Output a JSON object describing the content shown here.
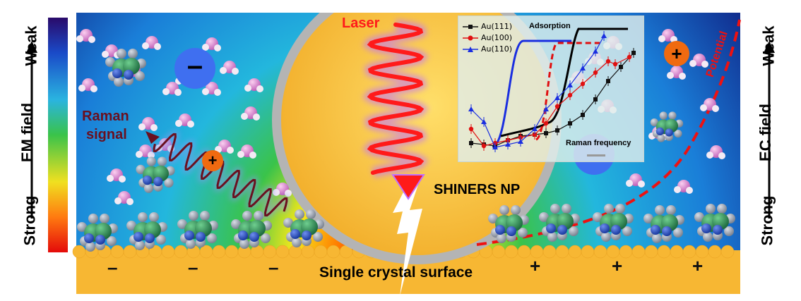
{
  "em_axis": {
    "label": "EM field",
    "top": "Weak",
    "bottom": "Strong"
  },
  "ec_axis": {
    "label": "EC field",
    "top": "Weak",
    "bottom": "Strong"
  },
  "labels": {
    "laser": "Laser",
    "raman_signal_line1": "Raman",
    "raman_signal_line2": "signal",
    "shiners": "SHINERS NP",
    "surface": "Single crystal surface",
    "potential": "Potential"
  },
  "surface_charges": {
    "negative": [
      "–",
      "–",
      "–"
    ],
    "positive": [
      "+",
      "+",
      "+"
    ]
  },
  "ions": {
    "anion": "–",
    "cation": "+"
  },
  "colors": {
    "gold": "#f7b733",
    "shell": "#b9b9b9",
    "laser": "#ff1a1a",
    "raman": "#6a1020",
    "potential": "#ee1111",
    "anion": "#3f6ff0",
    "cation": "#f06a10"
  },
  "inset": {
    "adsorption_label": "Adsorption",
    "raman_frequency_label": "Raman frequency",
    "legend": [
      {
        "name": "Au(111)",
        "color": "#111111",
        "marker": "square"
      },
      {
        "name": "Au(100)",
        "color": "#e01010",
        "marker": "circle"
      },
      {
        "name": "Au(110)",
        "color": "#1a2ee0",
        "marker": "triangle"
      }
    ]
  }
}
